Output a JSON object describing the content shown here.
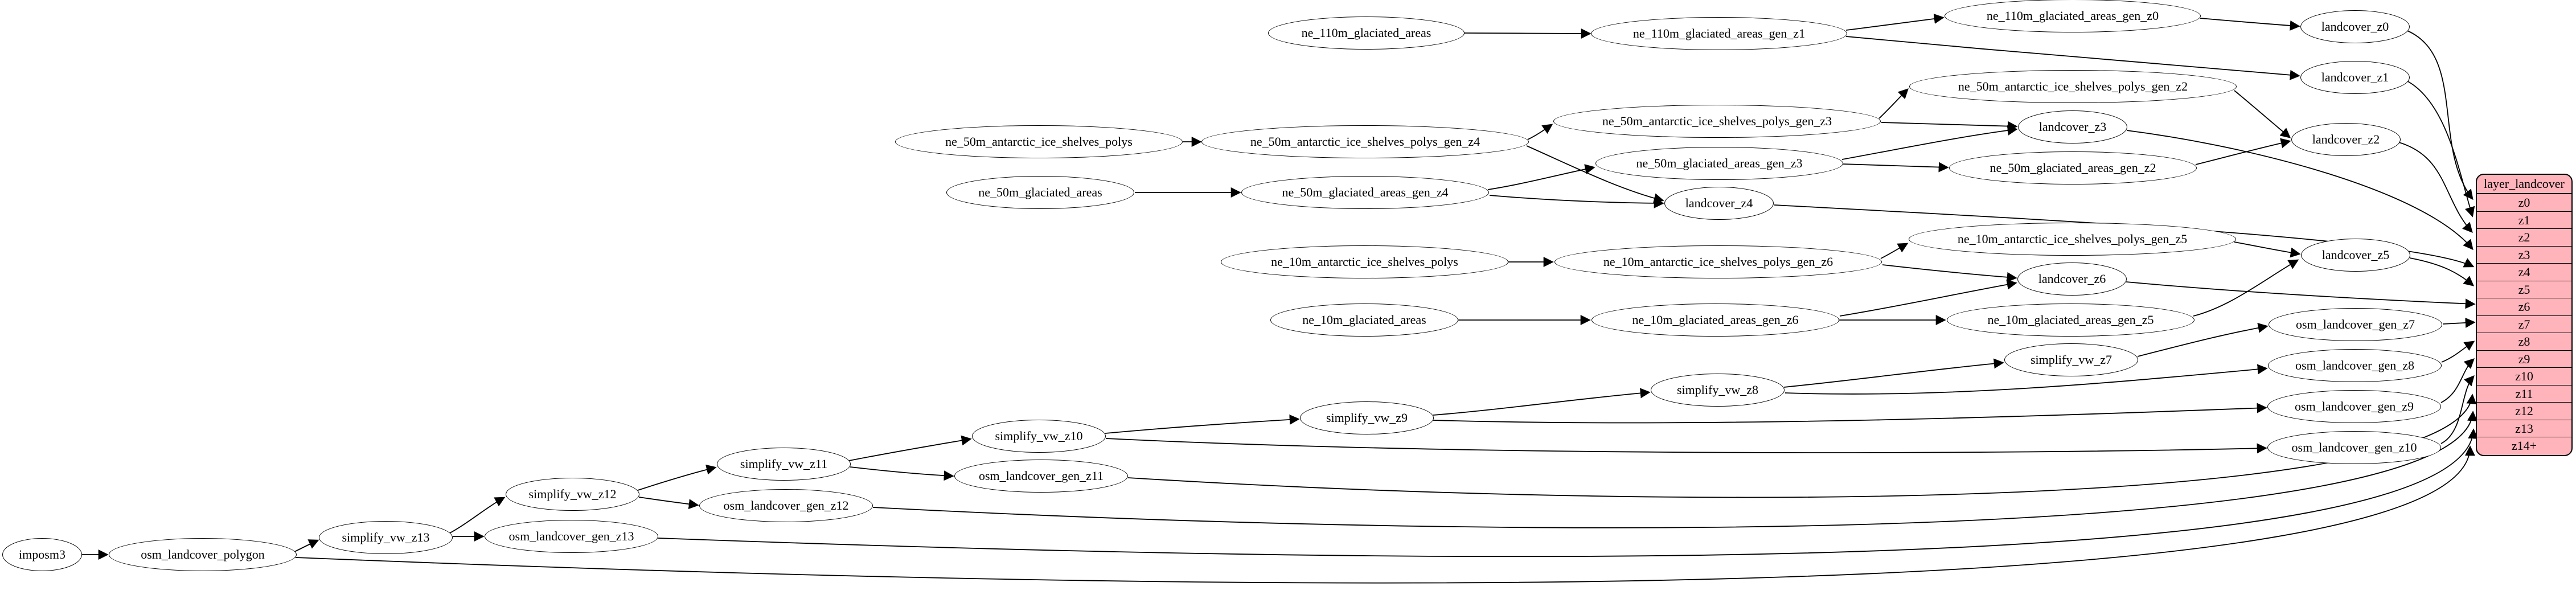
{
  "diagram": {
    "colors": {
      "table_fill": "#ffb3ba",
      "node_fill": "#ffffff",
      "stroke": "#000000"
    },
    "nodes": [
      {
        "id": "imposm3",
        "label": "imposm3"
      },
      {
        "id": "osm_landcover_polygon",
        "label": "osm_landcover_polygon"
      },
      {
        "id": "simplify_vw_z13",
        "label": "simplify_vw_z13"
      },
      {
        "id": "osm_landcover_gen_z13",
        "label": "osm_landcover_gen_z13"
      },
      {
        "id": "simplify_vw_z12",
        "label": "simplify_vw_z12"
      },
      {
        "id": "osm_landcover_gen_z12",
        "label": "osm_landcover_gen_z12"
      },
      {
        "id": "simplify_vw_z11",
        "label": "simplify_vw_z11"
      },
      {
        "id": "osm_landcover_gen_z11",
        "label": "osm_landcover_gen_z11"
      },
      {
        "id": "simplify_vw_z10",
        "label": "simplify_vw_z10"
      },
      {
        "id": "simplify_vw_z9",
        "label": "simplify_vw_z9"
      },
      {
        "id": "simplify_vw_z8",
        "label": "simplify_vw_z8"
      },
      {
        "id": "simplify_vw_z7",
        "label": "simplify_vw_z7"
      },
      {
        "id": "osm_landcover_gen_z7",
        "label": "osm_landcover_gen_z7"
      },
      {
        "id": "osm_landcover_gen_z8",
        "label": "osm_landcover_gen_z8"
      },
      {
        "id": "osm_landcover_gen_z9",
        "label": "osm_landcover_gen_z9"
      },
      {
        "id": "osm_landcover_gen_z10",
        "label": "osm_landcover_gen_z10"
      },
      {
        "id": "ne_110m_glaciated_areas",
        "label": "ne_110m_glaciated_areas"
      },
      {
        "id": "ne_110m_glaciated_areas_gen_z1",
        "label": "ne_110m_glaciated_areas_gen_z1"
      },
      {
        "id": "ne_110m_glaciated_areas_gen_z0",
        "label": "ne_110m_glaciated_areas_gen_z0"
      },
      {
        "id": "landcover_z0",
        "label": "landcover_z0"
      },
      {
        "id": "landcover_z1",
        "label": "landcover_z1"
      },
      {
        "id": "ne_50m_antarctic_ice_shelves_polys",
        "label": "ne_50m_antarctic_ice_shelves_polys"
      },
      {
        "id": "ne_50m_antarctic_ice_shelves_polys_gen_z4",
        "label": "ne_50m_antarctic_ice_shelves_polys_gen_z4"
      },
      {
        "id": "ne_50m_antarctic_ice_shelves_polys_gen_z3",
        "label": "ne_50m_antarctic_ice_shelves_polys_gen_z3"
      },
      {
        "id": "ne_50m_antarctic_ice_shelves_polys_gen_z2",
        "label": "ne_50m_antarctic_ice_shelves_polys_gen_z2"
      },
      {
        "id": "ne_50m_glaciated_areas",
        "label": "ne_50m_glaciated_areas"
      },
      {
        "id": "ne_50m_glaciated_areas_gen_z4",
        "label": "ne_50m_glaciated_areas_gen_z4"
      },
      {
        "id": "ne_50m_glaciated_areas_gen_z3",
        "label": "ne_50m_glaciated_areas_gen_z3"
      },
      {
        "id": "ne_50m_glaciated_areas_gen_z2",
        "label": "ne_50m_glaciated_areas_gen_z2"
      },
      {
        "id": "landcover_z3",
        "label": "landcover_z3"
      },
      {
        "id": "landcover_z4",
        "label": "landcover_z4"
      },
      {
        "id": "landcover_z2",
        "label": "landcover_z2"
      },
      {
        "id": "ne_10m_antarctic_ice_shelves_polys",
        "label": "ne_10m_antarctic_ice_shelves_polys"
      },
      {
        "id": "ne_10m_antarctic_ice_shelves_polys_gen_z6",
        "label": "ne_10m_antarctic_ice_shelves_polys_gen_z6"
      },
      {
        "id": "ne_10m_antarctic_ice_shelves_polys_gen_z5",
        "label": "ne_10m_antarctic_ice_shelves_polys_gen_z5"
      },
      {
        "id": "landcover_z5",
        "label": "landcover_z5"
      },
      {
        "id": "landcover_z6",
        "label": "landcover_z6"
      },
      {
        "id": "ne_10m_glaciated_areas",
        "label": "ne_10m_glaciated_areas"
      },
      {
        "id": "ne_10m_glaciated_areas_gen_z6",
        "label": "ne_10m_glaciated_areas_gen_z6"
      },
      {
        "id": "ne_10m_glaciated_areas_gen_z5",
        "label": "ne_10m_glaciated_areas_gen_z5"
      }
    ],
    "table": {
      "title": "layer_landcover",
      "rows": [
        "z0",
        "z1",
        "z2",
        "z3",
        "z4",
        "z5",
        "z6",
        "z7",
        "z8",
        "z9",
        "z10",
        "z11",
        "z12",
        "z13",
        "z14+"
      ]
    }
  }
}
